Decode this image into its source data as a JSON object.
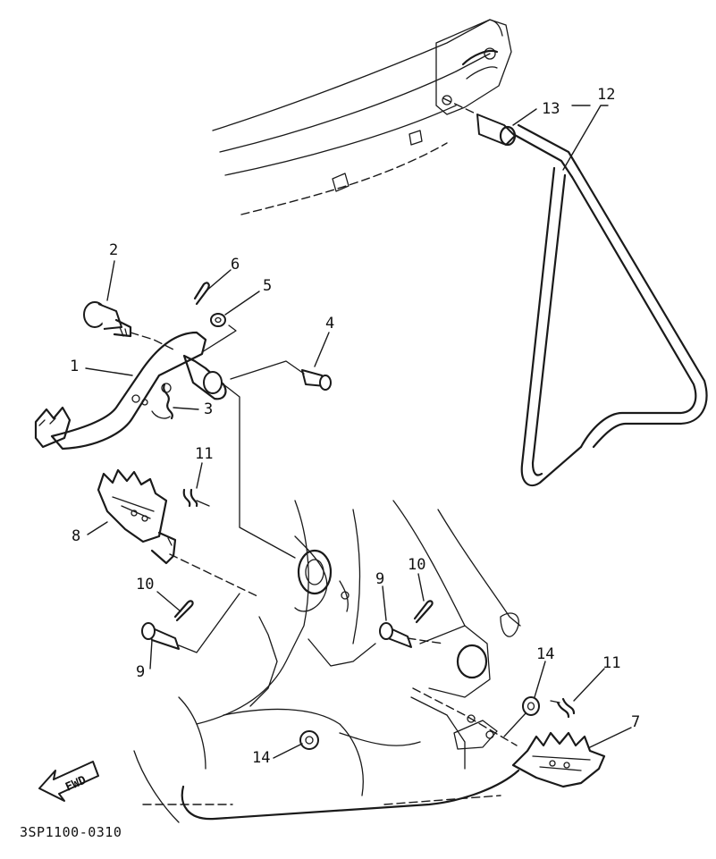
{
  "diagram": {
    "code": "3SP1100-0310",
    "fwd_label": "FWD",
    "callouts": [
      {
        "id": "c1",
        "text": "1"
      },
      {
        "id": "c2",
        "text": "2"
      },
      {
        "id": "c3",
        "text": "3"
      },
      {
        "id": "c4",
        "text": "4"
      },
      {
        "id": "c5",
        "text": "5"
      },
      {
        "id": "c6",
        "text": "6"
      },
      {
        "id": "c7",
        "text": "7"
      },
      {
        "id": "c8",
        "text": "8"
      },
      {
        "id": "c9a",
        "text": "9"
      },
      {
        "id": "c9b",
        "text": "9"
      },
      {
        "id": "c10a",
        "text": "10"
      },
      {
        "id": "c10b",
        "text": "10"
      },
      {
        "id": "c11a",
        "text": "11"
      },
      {
        "id": "c11b",
        "text": "11"
      },
      {
        "id": "c12",
        "text": "12"
      },
      {
        "id": "c13",
        "text": "13"
      },
      {
        "id": "c14a",
        "text": "14"
      },
      {
        "id": "c14b",
        "text": "14"
      }
    ]
  }
}
